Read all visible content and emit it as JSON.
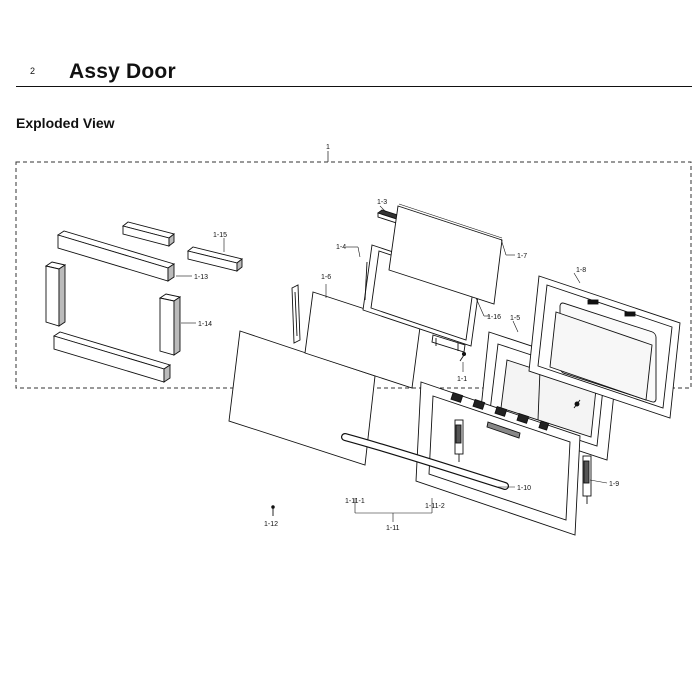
{
  "header": {
    "page_number": "2",
    "title": "Assy Door",
    "section": "Exploded View"
  },
  "diagram": {
    "assembly_label": "1",
    "parts": {
      "p1_1": "1-1",
      "p1_3": "1-3",
      "p1_4": "1-4",
      "p1_5": "1-5",
      "p1_6": "1-6",
      "p1_7": "1-7",
      "p1_8": "1-8",
      "p1_9": "1-9",
      "p1_10": "1-10",
      "p1_11": "1-11",
      "p1_11_1": "1-11-1",
      "p1_11_2": "1-11-2",
      "p1_12": "1-12",
      "p1_13": "1-13",
      "p1_14": "1-14",
      "p1_15": "1-15",
      "p1_16": "1-16"
    }
  }
}
